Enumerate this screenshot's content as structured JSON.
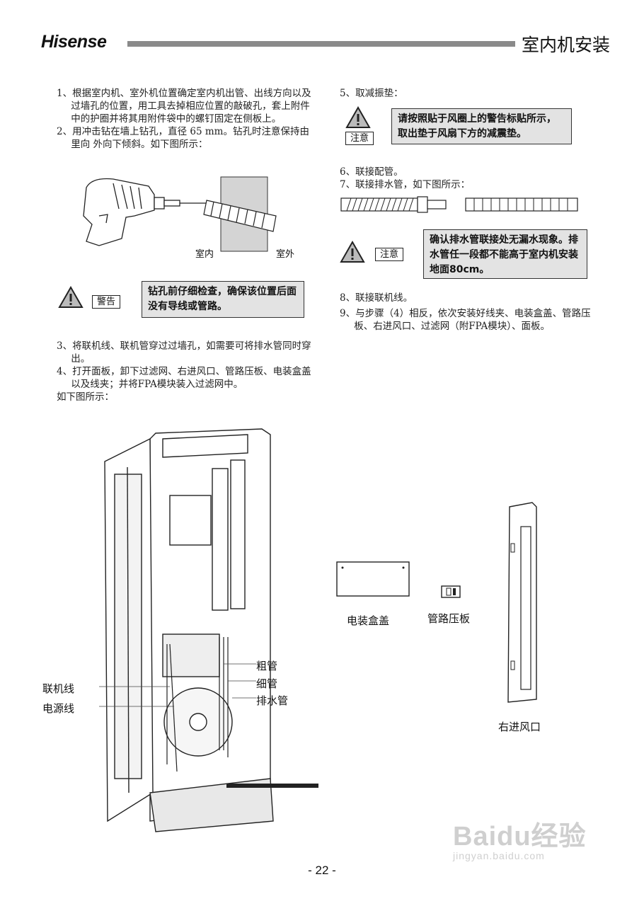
{
  "header": {
    "brand": "Hisense",
    "section_title": "室内机安装"
  },
  "left_column": {
    "step1": "1、根据室内机、室外机位置确定室内机出管、出线方向以及过墙孔的位置，用工具去掉相应位置的敲破孔，套上附件中的护圈并将其用附件袋中的螺钉固定在侧板上。",
    "step2": "2、用冲击钻在墙上钻孔，直径 65 mm。钻孔时注意保持由里向 外向下倾斜。如下图所示：",
    "drill_labels": {
      "inside": "室内",
      "outside": "室外"
    },
    "warning": {
      "tag": "警告",
      "text": "钻孔前仔细检查，确保该位置后面没有导线或管路。"
    },
    "step3": "3、将联机线、联机管穿过过墙孔，如需要可将排水管同时穿出。",
    "step4": "4、打开面板，卸下过滤网、右进风口、管路压板、电装盒盖以及线夹；并将FPA模块装入过滤网中。",
    "step4_tail": "如下图所示："
  },
  "right_column": {
    "step5": "5、取减振垫：",
    "notice1": {
      "tag": "注意",
      "text": "请按照贴于风圈上的警告标贴所示，取出垫于风扇下方的减震垫。"
    },
    "step6": "6、联接配管。",
    "step7": "7、联接排水管，如下图所示：",
    "notice2": {
      "tag": "注意",
      "text": "确认排水管联接处无漏水现象。排水管任一段都不能高于室内机安装地面80cm。"
    },
    "step8": "8、联接联机线。",
    "step9": "9、与步骤（4）相反，依次安装好线夹、电装盒盖、管路压板、右进风口、过滤网（附FPA模块）、面板。"
  },
  "unit_diagram_labels": {
    "thick_pipe": "粗管",
    "thin_pipe": "细管",
    "drain_pipe": "排水管",
    "connection_wire": "联机线",
    "power_wire": "电源线"
  },
  "parts_labels": {
    "box_cover": "电装盒盖",
    "pipe_plate": "管路压板",
    "right_inlet": "右进风口"
  },
  "footer": {
    "page_number": "- 22 -"
  },
  "watermark": {
    "logo_text": "Baidu经验",
    "url": "jingyan.baidu.com"
  }
}
